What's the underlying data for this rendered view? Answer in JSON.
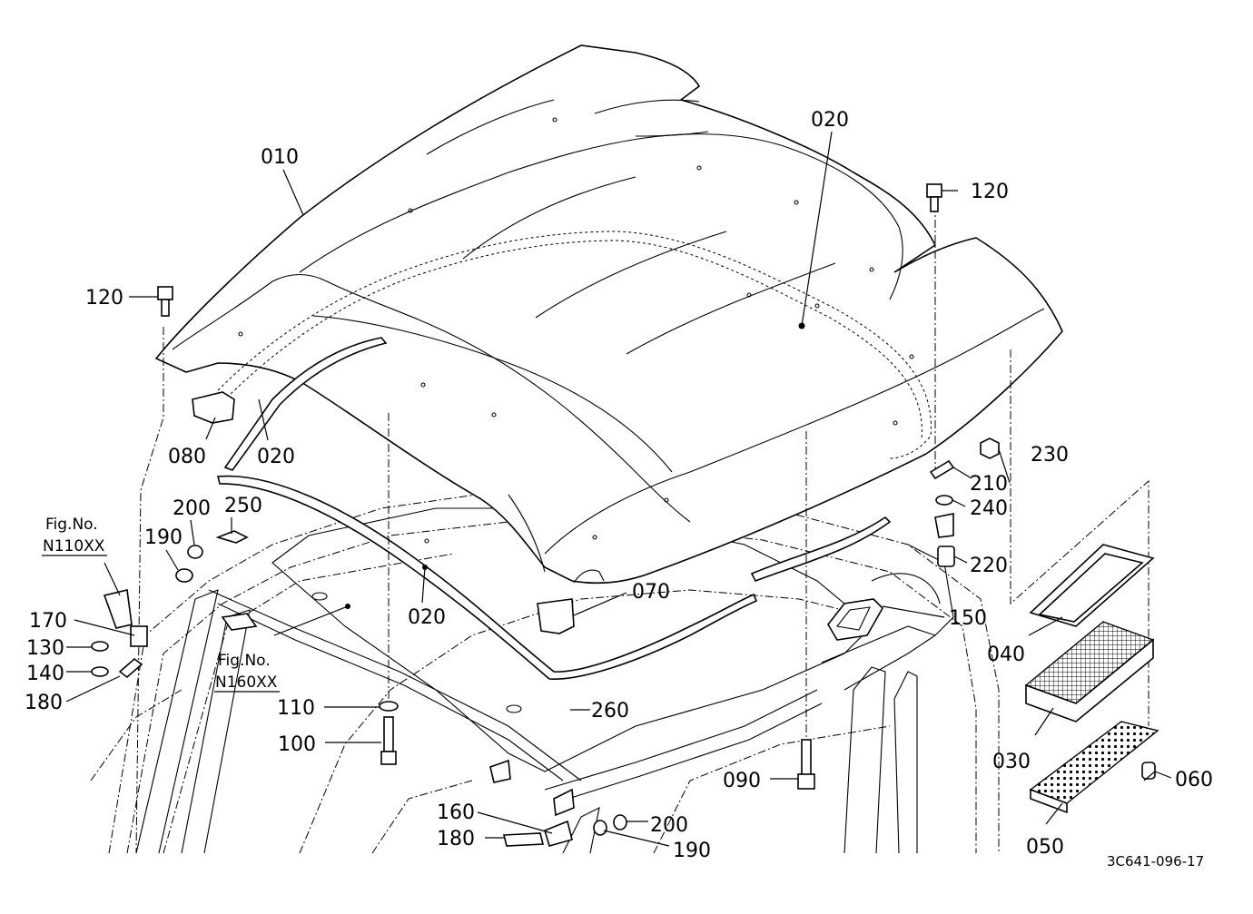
{
  "callouts": {
    "c010": "010",
    "c020_top": "020",
    "c020_left": "020",
    "c020_mid": "020",
    "c030": "030",
    "c040": "040",
    "c050": "050",
    "c060": "060",
    "c070": "070",
    "c080": "080",
    "c090": "090",
    "c100": "100",
    "c110": "110",
    "c120_left": "120",
    "c120_right": "120",
    "c130": "130",
    "c140": "140",
    "c150": "150",
    "c160": "160",
    "c170": "170",
    "c180_left": "180",
    "c180_bottom": "180",
    "c190_left": "190",
    "c190_bottom": "190",
    "c200_left": "200",
    "c200_bottom": "200",
    "c210": "210",
    "c220": "220",
    "c230": "230",
    "c240": "240",
    "c250": "250",
    "c260": "260"
  },
  "figure_refs": {
    "fig1_label": "Fig.No.",
    "fig1_code": "N110XX",
    "fig2_label": "Fig.No.",
    "fig2_code": "N160XX"
  },
  "document_id": "3C641-096-17"
}
